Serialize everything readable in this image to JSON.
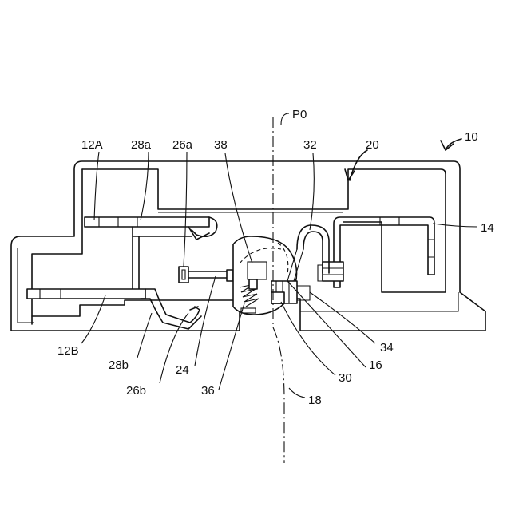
{
  "labels": {
    "l10": "10",
    "lP0": "P0",
    "l12A": "12A",
    "l28a": "28a",
    "l26a": "26a",
    "l38": "38",
    "l32": "32",
    "l20": "20",
    "l14": "14",
    "l12B": "12B",
    "l28b": "28b",
    "l26b": "26b",
    "l24": "24",
    "l36": "36",
    "l18": "18",
    "l30": "30",
    "l16": "16",
    "l34": "34"
  }
}
